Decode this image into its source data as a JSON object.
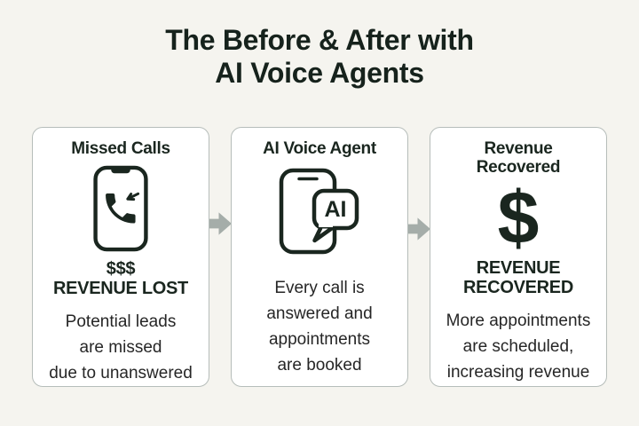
{
  "title": {
    "line1": "The Before & After with",
    "line2": "AI Voice Agents"
  },
  "cards": [
    {
      "title_lines": [
        "Missed Calls"
      ],
      "icon": "smartphone-missed-call-icon",
      "highlight_lines": [
        "$$$",
        "REVENUE LOST"
      ],
      "body_lines": [
        "Potential leads",
        "are missed",
        "due to unanswered"
      ]
    },
    {
      "title_lines": [
        "AI Voice Agent"
      ],
      "icon": "smartphone-ai-chat-icon",
      "icon_label": "AI",
      "body_lines": [
        "Every call is",
        "answered and",
        "appointments",
        "are booked"
      ]
    },
    {
      "title_lines": [
        "Revenue",
        "Recovered"
      ],
      "icon": "dollar-sign-glyph",
      "dollar_glyph": "$",
      "highlight_lines": [
        "REVENUE",
        "RECOVERED"
      ],
      "body_lines": [
        "More appointments",
        "are scheduled,",
        "increasing revenue"
      ]
    }
  ],
  "connectors": [
    {
      "icon": "arrow-right-icon"
    },
    {
      "icon": "arrow-right-icon"
    }
  ],
  "colors": {
    "background": "#f5f4ef",
    "card_background": "#ffffff",
    "card_border": "#b6bdba",
    "heading_text": "#1a261f",
    "body_text": "#262626",
    "arrow": "#a5ada9"
  }
}
